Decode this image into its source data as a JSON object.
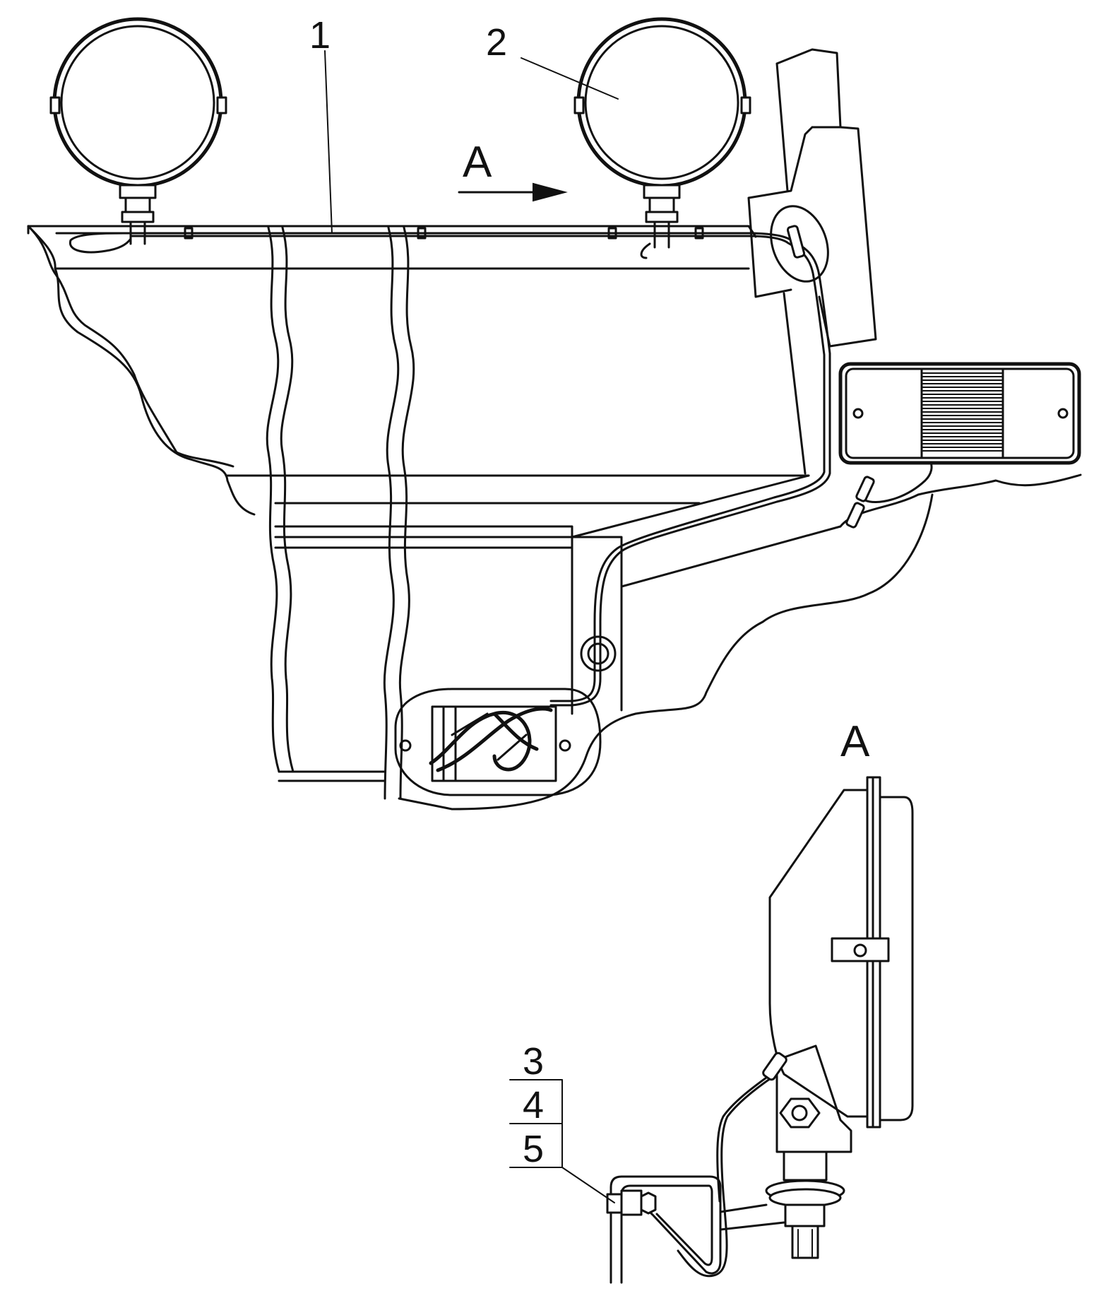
{
  "labels": {
    "callout_1": "1",
    "callout_2": "2",
    "view_arrow": "A",
    "view_title": "A",
    "callout_3": "3",
    "callout_4": "4",
    "callout_5": "5"
  }
}
